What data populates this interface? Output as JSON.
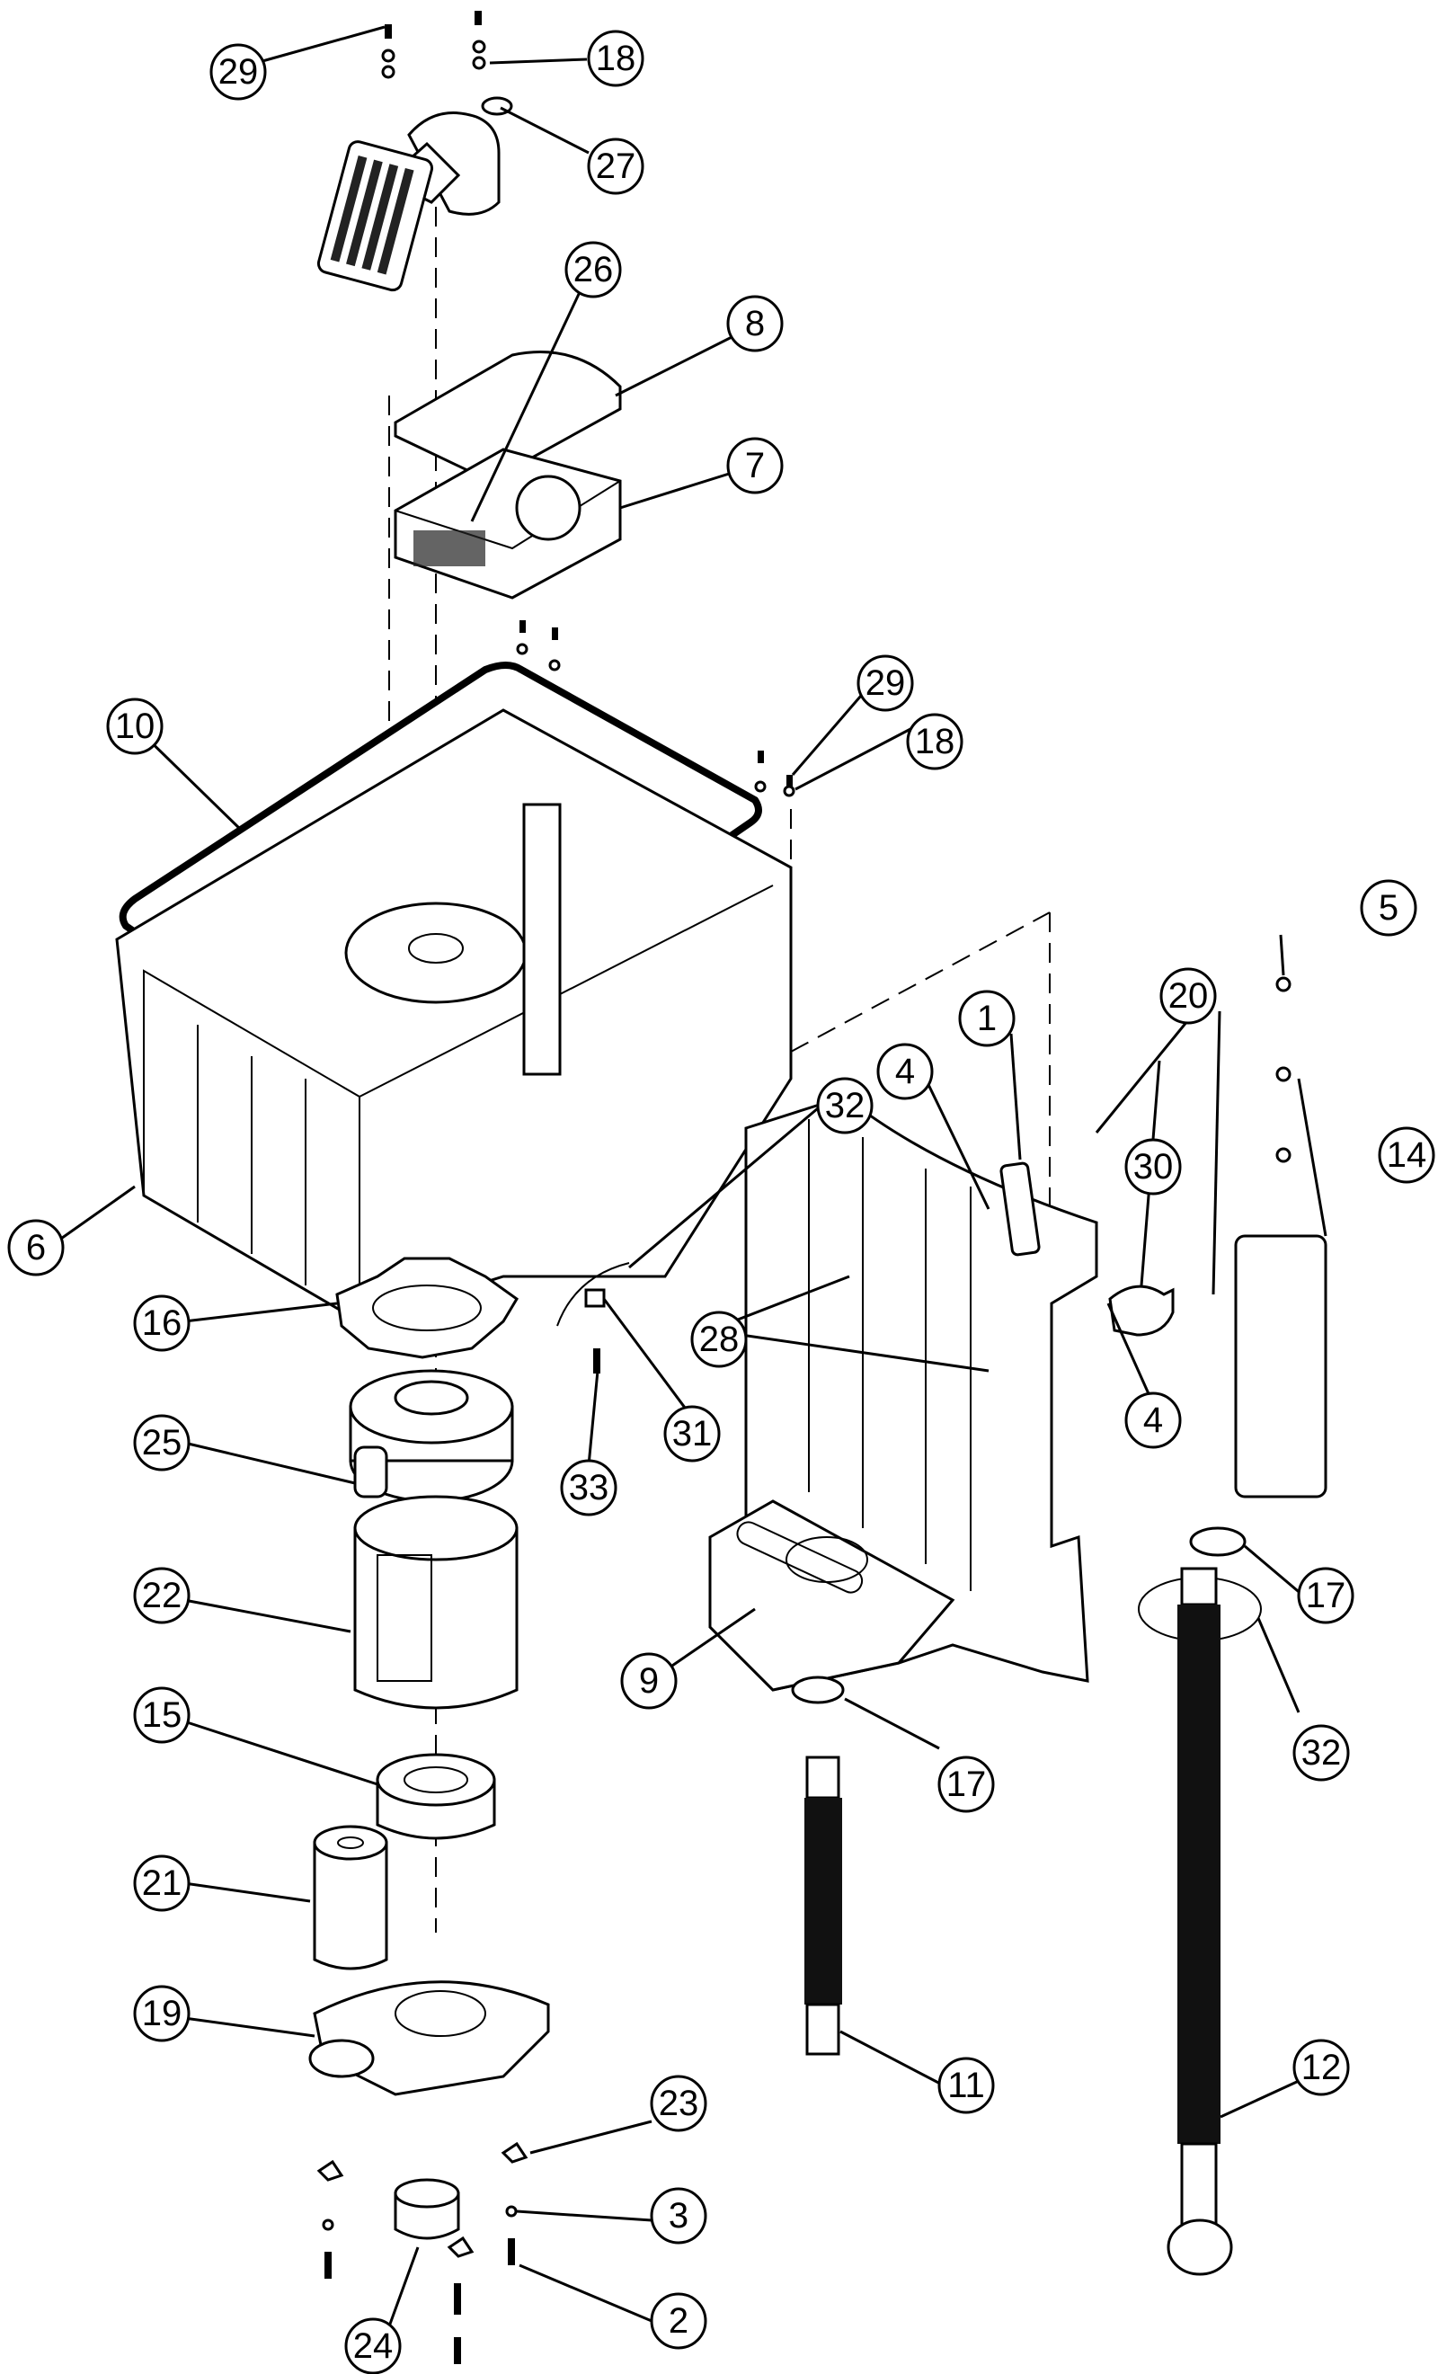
{
  "diagram": {
    "type": "exploded-parts-view",
    "callouts": [
      {
        "id": "c29a",
        "label": "29"
      },
      {
        "id": "c18a",
        "label": "18"
      },
      {
        "id": "c27",
        "label": "27"
      },
      {
        "id": "c26",
        "label": "26"
      },
      {
        "id": "c8",
        "label": "8"
      },
      {
        "id": "c7",
        "label": "7"
      },
      {
        "id": "c10",
        "label": "10"
      },
      {
        "id": "c29b",
        "label": "29"
      },
      {
        "id": "c18b",
        "label": "18"
      },
      {
        "id": "c5",
        "label": "5"
      },
      {
        "id": "c1",
        "label": "1"
      },
      {
        "id": "c20",
        "label": "20"
      },
      {
        "id": "c32a",
        "label": "32"
      },
      {
        "id": "c4a",
        "label": "4"
      },
      {
        "id": "c30",
        "label": "30"
      },
      {
        "id": "c14",
        "label": "14"
      },
      {
        "id": "c6",
        "label": "6"
      },
      {
        "id": "c28",
        "label": "28"
      },
      {
        "id": "c4b",
        "label": "4"
      },
      {
        "id": "c16",
        "label": "16"
      },
      {
        "id": "c31",
        "label": "31"
      },
      {
        "id": "c25",
        "label": "25"
      },
      {
        "id": "c33",
        "label": "33"
      },
      {
        "id": "c17a",
        "label": "17"
      },
      {
        "id": "c22",
        "label": "22"
      },
      {
        "id": "c9",
        "label": "9"
      },
      {
        "id": "c32b",
        "label": "32"
      },
      {
        "id": "c15",
        "label": "15"
      },
      {
        "id": "c17b",
        "label": "17"
      },
      {
        "id": "c21",
        "label": "21"
      },
      {
        "id": "c11",
        "label": "11"
      },
      {
        "id": "c12",
        "label": "12"
      },
      {
        "id": "c19",
        "label": "19"
      },
      {
        "id": "c23",
        "label": "23"
      },
      {
        "id": "c3",
        "label": "3"
      },
      {
        "id": "c24",
        "label": "24"
      },
      {
        "id": "c2",
        "label": "2"
      }
    ]
  }
}
